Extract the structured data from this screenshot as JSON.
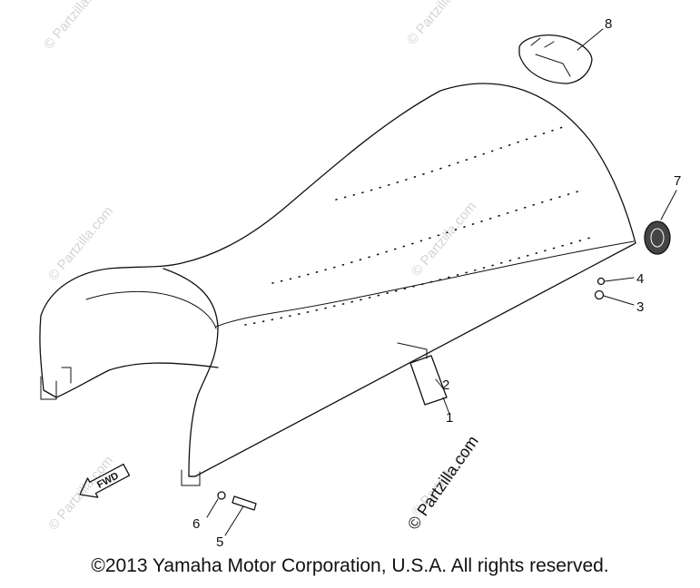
{
  "watermarks": [
    "© Partzilla.com",
    "© Partzilla.com",
    "© Partzilla.com",
    "© Partzilla.com",
    "© Partzilla.com",
    "© Partzilla.com"
  ],
  "center_watermark": "© Partzilla.com",
  "fwd_label": "FWD",
  "callouts": [
    "8",
    "7",
    "4",
    "3",
    "2",
    "1",
    "6",
    "5"
  ],
  "copyright": "©2013  Yamaha Motor Corporation, U.S.A. All rights reserved."
}
